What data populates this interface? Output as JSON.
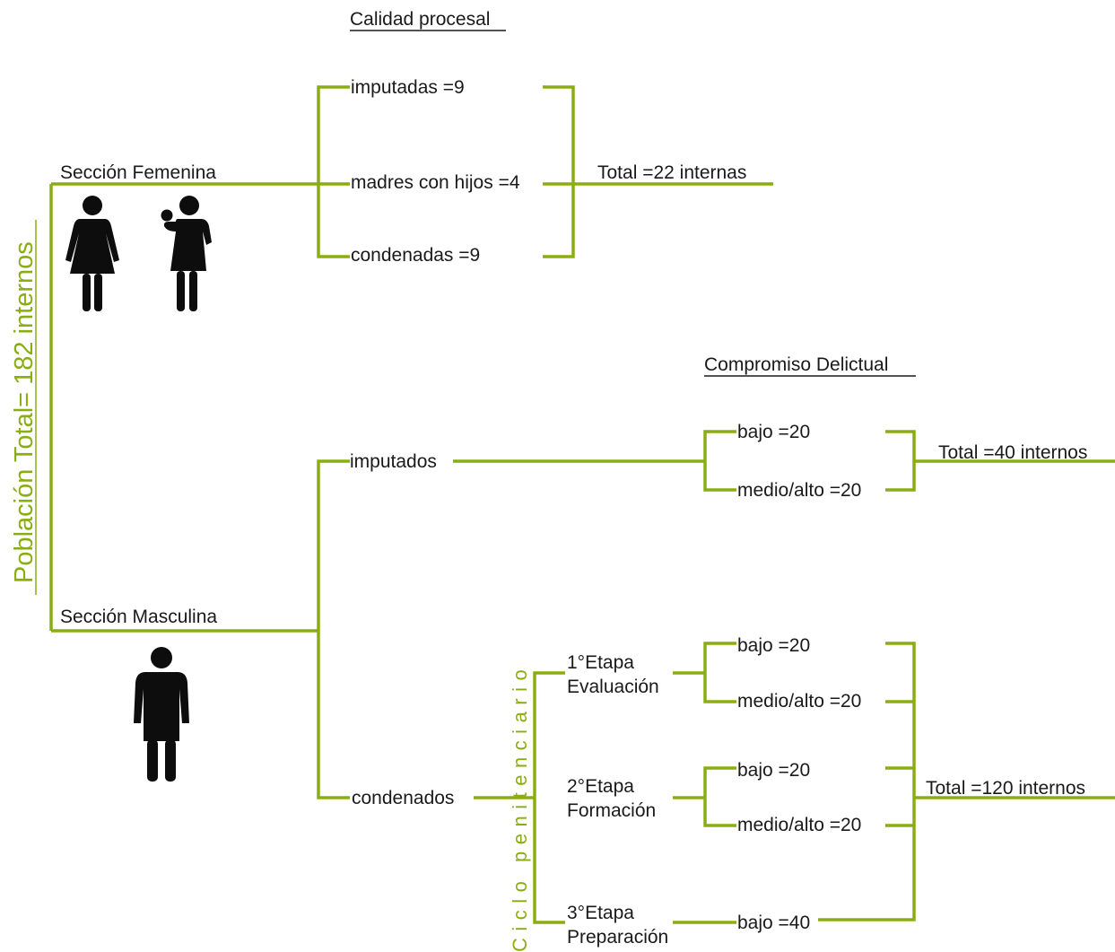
{
  "accent_color": "#8aad12",
  "population_total_label": "Población Total= 182 internos",
  "calidad_procesal_title": "Calidad procesal",
  "compromiso_delictual_title": "Compromiso Delictual",
  "female_section": {
    "label": "Sección Femenina",
    "imputadas": "imputadas =9",
    "madres": "madres con hijos =4",
    "condenadas": "condenadas =9",
    "total": "Total =22 internas",
    "icons": [
      "woman-icon",
      "mother-with-child-icon"
    ]
  },
  "male_section": {
    "label": "Sección Masculina",
    "icon": "man-icon",
    "imputados": {
      "label": "imputados",
      "bajo": "bajo =20",
      "medio_alto": "medio/alto =20",
      "total": "Total =40 internos"
    },
    "condenados": {
      "label": "condenados",
      "cycle_label": "Ciclo penitenciario",
      "stage1": {
        "line1": "1°Etapa",
        "line2": "Evaluación",
        "bajo": "bajo =20",
        "medio_alto": "medio/alto =20"
      },
      "stage2": {
        "line1": "2°Etapa",
        "line2": "Formación",
        "bajo": "bajo =20",
        "medio_alto": "medio/alto =20"
      },
      "stage3": {
        "line1": "3°Etapa",
        "line2": "Preparación",
        "bajo": "bajo =40"
      },
      "total": "Total =120 internos"
    }
  }
}
